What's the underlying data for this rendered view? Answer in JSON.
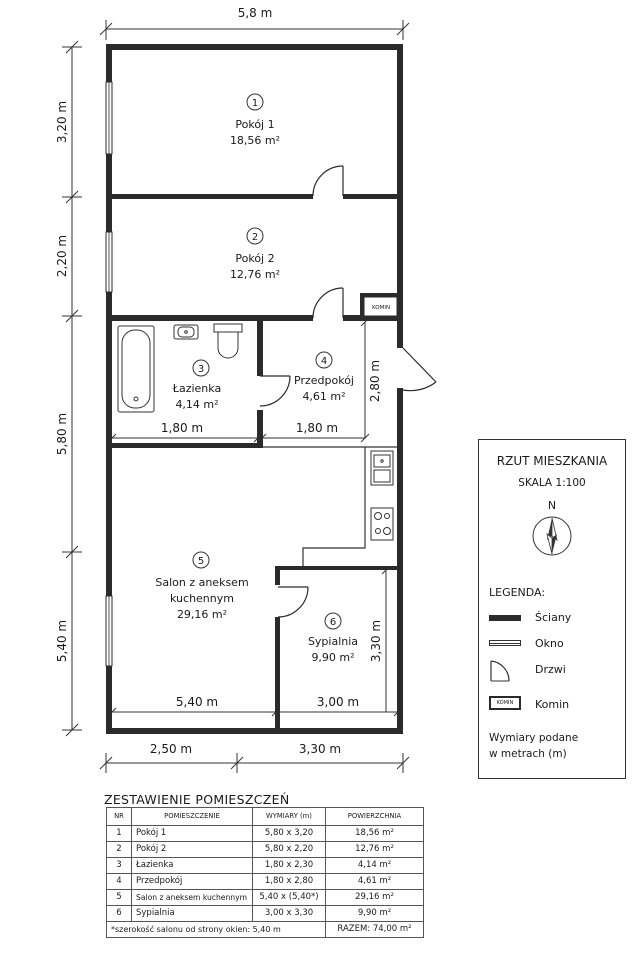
{
  "dimensions": {
    "top": "5,8 m",
    "left_1": "3,20 m",
    "left_2": "2,20 m",
    "left_3": "5,80 m",
    "left_4": "5,40 m",
    "bottom_1": "2,50 m",
    "bottom_2": "3,30 m",
    "bath_width": "1,80 m",
    "hall_width": "1,80 m",
    "hall_height": "2,80 m",
    "salon_width": "5,40 m",
    "bedroom_width": "3,00 m",
    "bedroom_height": "3,30 m"
  },
  "rooms": [
    {
      "num": "1",
      "name": "Pokój 1",
      "area": "18,56 m²"
    },
    {
      "num": "2",
      "name": "Pokój 2",
      "area": "12,76 m²"
    },
    {
      "num": "3",
      "name": "Łazienka",
      "area": "4,14 m²"
    },
    {
      "num": "4",
      "name": "Przedpokój",
      "area": "4,61 m²"
    },
    {
      "num": "5",
      "name_line1": "Salon z aneksem",
      "name_line2": "kuchennym",
      "area": "29,16 m²"
    },
    {
      "num": "6",
      "name": "Sypialnia",
      "area": "9,90 m²"
    }
  ],
  "komin_label": "KOMIN",
  "legend": {
    "title": "RZUT MIESZKANIA",
    "scale": "SKALA  1:100",
    "north": "N",
    "heading": "LEGENDA:",
    "walls": "Ściany",
    "window": "Okno",
    "door": "Drzwi",
    "komin_symbol": "KOMIN",
    "komin": "Komin",
    "note_line1": "Wymiary podane",
    "note_line2": "w metrach (m)"
  },
  "table": {
    "title": "ZESTAWIENIE POMIESZCZEŃ",
    "headers": [
      "NR",
      "POMIESZCZENIE",
      "WYMIARY (m)",
      "POWIERZCHNIA"
    ],
    "rows": [
      [
        "1",
        "Pokój 1",
        "5,80 x 3,20",
        "18,56 m²"
      ],
      [
        "2",
        "Pokój 2",
        "5,80 x 2,20",
        "12,76 m²"
      ],
      [
        "3",
        "Łazienka",
        "1,80 x 2,30",
        "4,14 m²"
      ],
      [
        "4",
        "Przedpokój",
        "1,80 x 2,80",
        "4,61 m²"
      ],
      [
        "5",
        "Salon z aneksem kuchennym",
        "5,40 x (5,40*)",
        "29,16 m²"
      ],
      [
        "6",
        "Sypialnia",
        "3,00 x 3,30",
        "9,90 m²"
      ]
    ],
    "footnote": "*szerokość salonu od strony okien: 5,40 m",
    "total": "RAZEM:  74,00 m²"
  }
}
